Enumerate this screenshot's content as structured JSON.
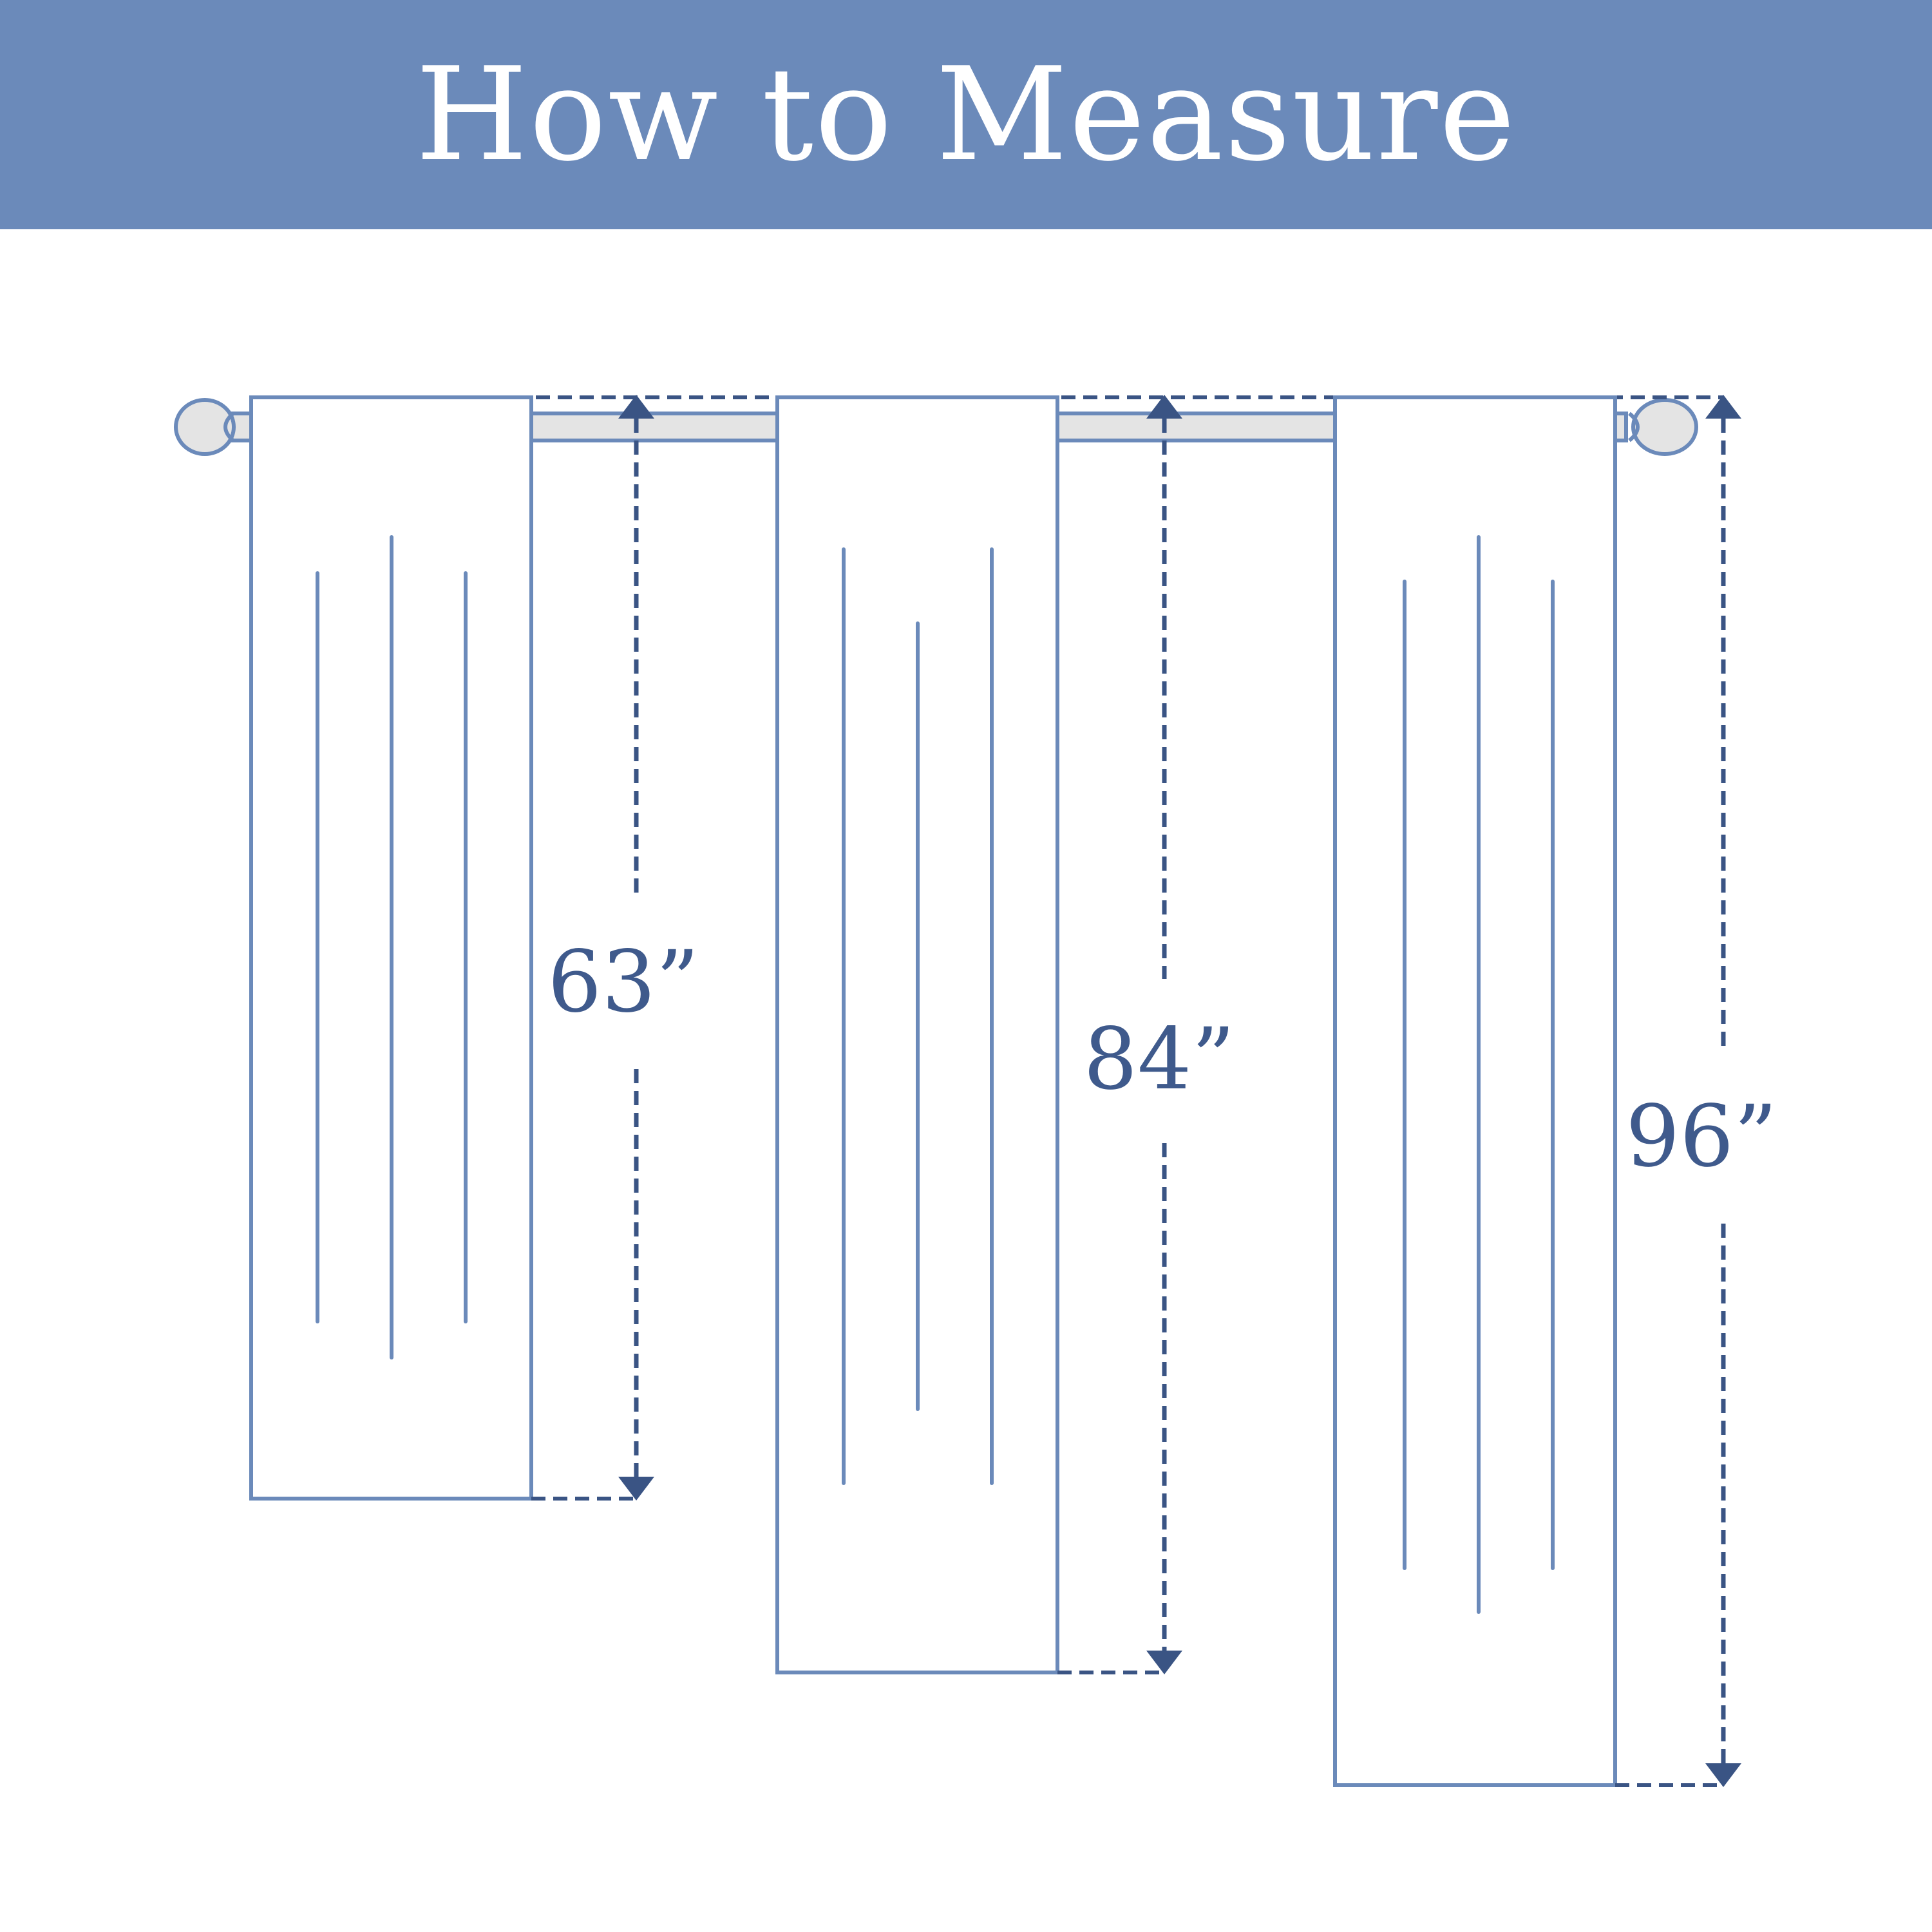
{
  "title": "How to Measure",
  "colors": {
    "header_bg": "#6b8aba",
    "panel_stroke": "#6b8aba",
    "dimension_line": "#3a5484",
    "label_text": "#3f5a8c",
    "rod_fill": "#e4e4e4",
    "background": "#ffffff"
  },
  "measurements": [
    {
      "label": "63”",
      "length_in": 63
    },
    {
      "label": "84”",
      "length_in": 84
    },
    {
      "label": "96”",
      "length_in": 96
    }
  ]
}
